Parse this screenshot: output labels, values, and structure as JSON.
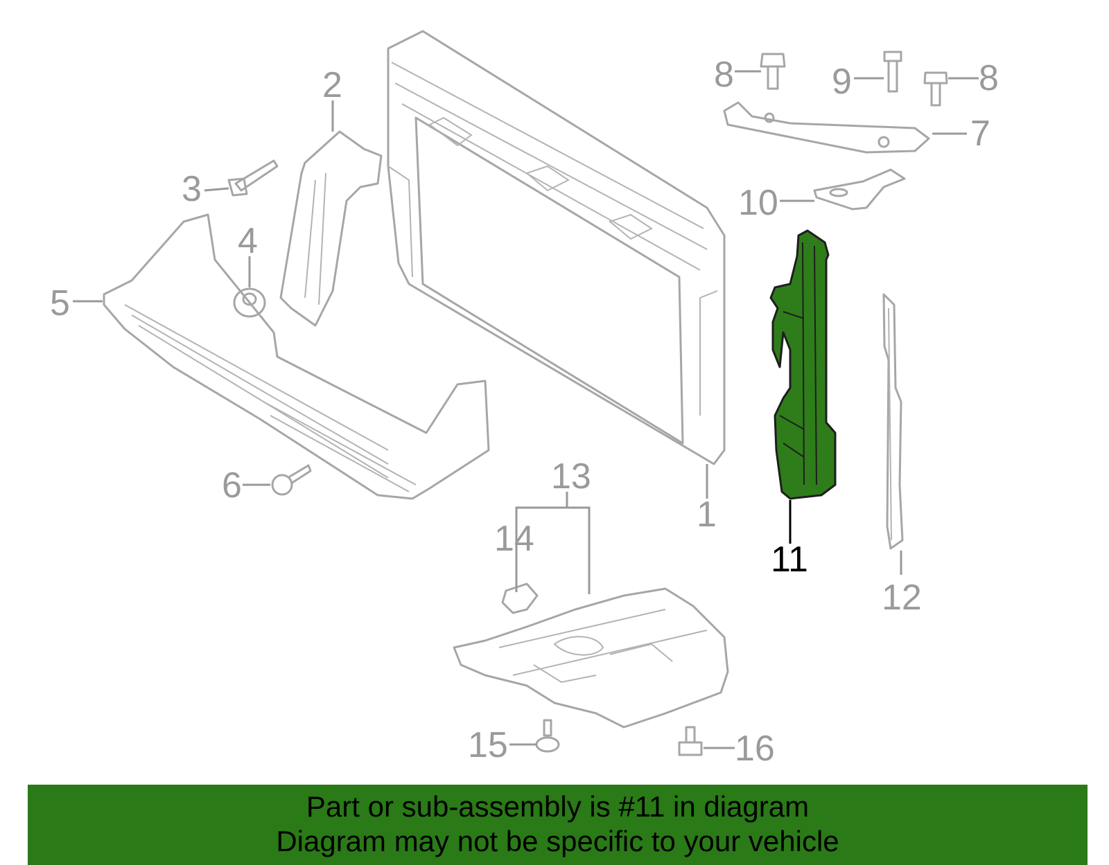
{
  "diagram": {
    "highlight_color": "#2e7d1a",
    "callouts": {
      "c1": "1",
      "c2": "2",
      "c3": "3",
      "c4": "4",
      "c5": "5",
      "c6": "6",
      "c7": "7",
      "c8a": "8",
      "c8b": "8",
      "c9": "9",
      "c10": "10",
      "c11": "11",
      "c12": "12",
      "c13": "13",
      "c14": "14",
      "c15": "15",
      "c16": "16"
    },
    "highlighted_part": "11"
  },
  "banner": {
    "line1": "Part or sub-assembly is #11 in diagram",
    "line2": "Diagram may not be specific to your vehicle",
    "background": "#2a7a17"
  }
}
